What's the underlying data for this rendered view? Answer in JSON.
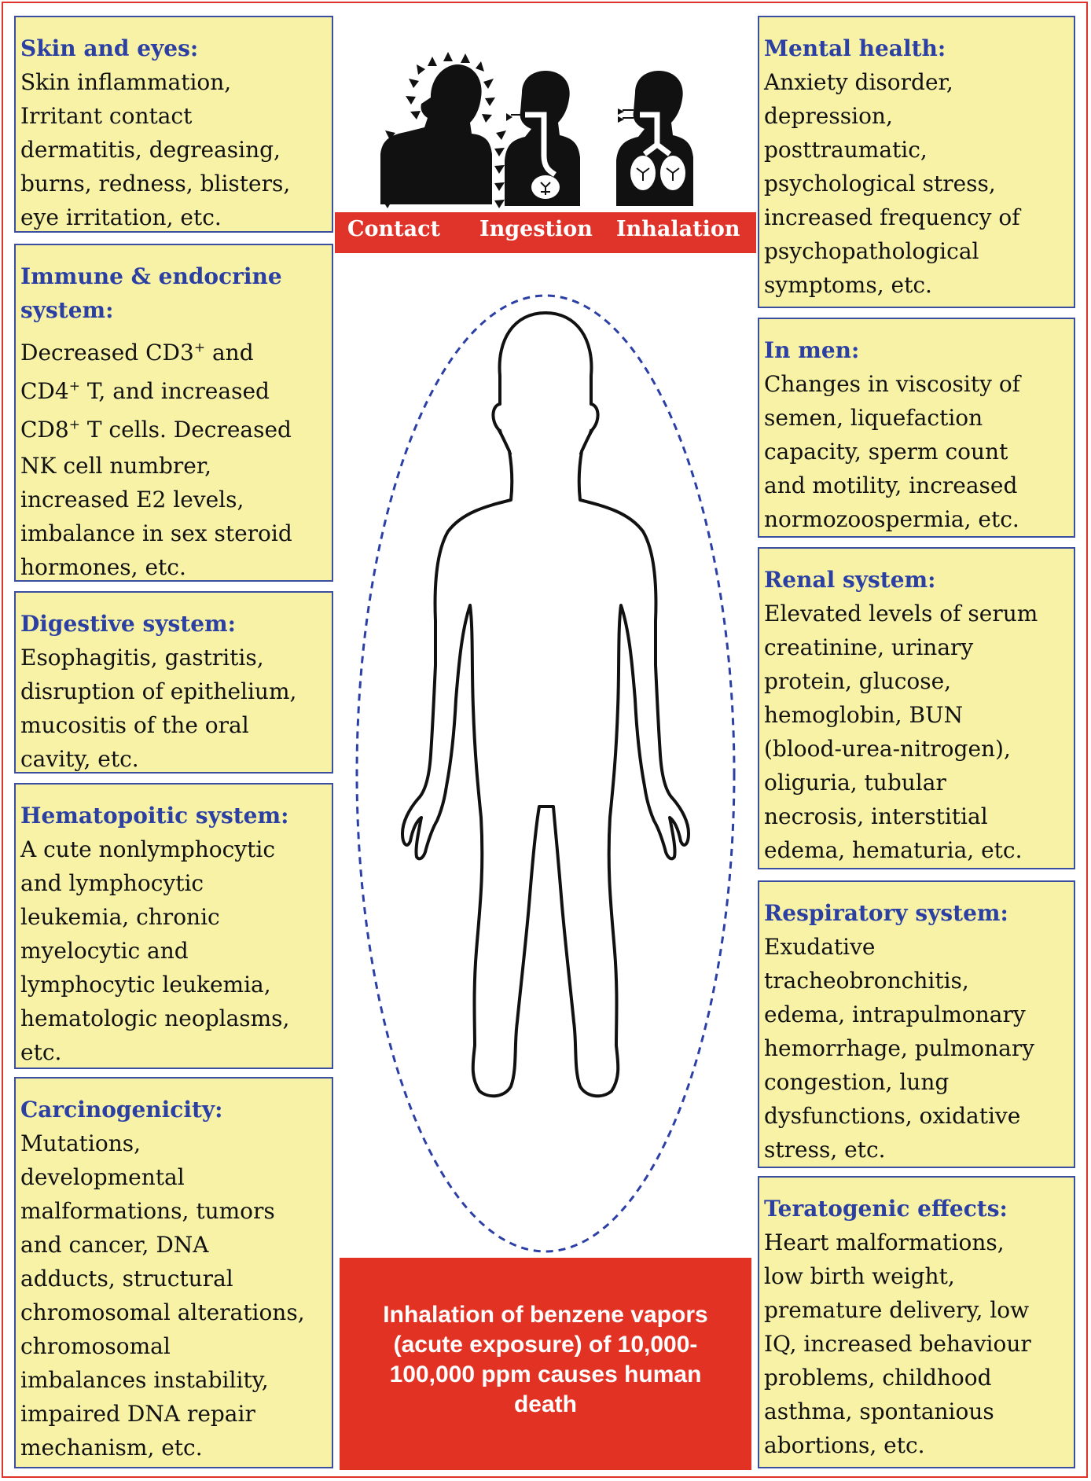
{
  "boxes": {
    "skin": {
      "title": "Skin and eyes:",
      "lines": [
        "Skin inflammation,",
        "Irritant contact",
        "dermatitis, degreasing,",
        "burns, redness, blisters,",
        "eye irritation, etc."
      ]
    },
    "immune": {
      "title_lines": [
        "Immune & endocrine",
        "system:"
      ],
      "line1_a": "Decreased CD3",
      "line1_sup": "+",
      "line1_b": " and",
      "line2_a": "CD4",
      "line2_sup": "+",
      "line2_b": " T, and increased",
      "line3_a": "CD8",
      "line3_sup": "+",
      "line3_b": " T cells. Decreased",
      "lines_rest": [
        "NK cell numbrer,",
        "increased E2 levels,",
        "imbalance in sex steroid",
        "hormones, etc."
      ]
    },
    "digestive": {
      "title": "Digestive system:",
      "lines": [
        "Esophagitis, gastritis,",
        "disruption of epithelium,",
        "mucositis of the oral",
        "cavity, etc."
      ]
    },
    "hemato": {
      "title": "Hematopoitic system:",
      "lines": [
        "A cute nonlymphocytic",
        "and lymphocytic",
        "leukemia, chronic",
        "myelocytic and",
        "lymphocytic leukemia,",
        "hematologic neoplasms,",
        "etc."
      ]
    },
    "carcino": {
      "title": "Carcinogenicity:",
      "lines": [
        "Mutations,",
        "developmental",
        "malformations, tumors",
        "and cancer, DNA",
        "adducts, structural",
        "chromosomal alterations,",
        "chromosomal",
        "imbalances instability,",
        "impaired DNA repair",
        "mechanism, etc."
      ]
    },
    "mental": {
      "title": "Mental health:",
      "lines": [
        "Anxiety disorder,",
        "depression,",
        "posttraumatic,",
        "psychological stress,",
        "increased frequency of",
        "psychopathological",
        "symptoms, etc."
      ]
    },
    "men": {
      "title": "In men:",
      "lines": [
        "Changes in viscosity of",
        "semen, liquefaction",
        "capacity, sperm count",
        "and motility, increased",
        "normozoospermia, etc."
      ]
    },
    "renal": {
      "title": "Renal system:",
      "lines": [
        "Elevated levels of serum",
        "creatinine, urinary",
        "protein, glucose,",
        "hemoglobin, BUN",
        "(blood-urea-nitrogen),",
        "oliguria, tubular",
        "necrosis, interstitial",
        "edema, hematuria, etc."
      ]
    },
    "resp": {
      "title": "Respiratory system:",
      "lines": [
        "Exudative",
        "tracheobronchitis,",
        "edema, intrapulmonary",
        "hemorrhage, pulmonary",
        "congestion, lung",
        "dysfunctions, oxidative",
        "stress, etc."
      ]
    },
    "terato": {
      "title": "Teratogenic effects:",
      "lines": [
        "Heart malformations,",
        "low birth weight,",
        "premature delivery, low",
        "IQ, increased behaviour",
        "problems, childhood",
        "asthma, spontanious",
        "abortions, etc."
      ]
    }
  },
  "routes": {
    "contact": "Contact",
    "ingestion": "Ingestion",
    "inhalation": "Inhalation"
  },
  "death_lines": [
    "Inhalation of benzene vapors",
    "(acute exposure) of 10,000-",
    "100,000 ppm causes human",
    "death"
  ],
  "colors": {
    "border": "#e0342a",
    "box_fill": "#f7f2a6",
    "box_border": "#3a4fa0",
    "title": "#2c40a4",
    "accent_red": "#e23224",
    "dash": "#2b3fa6"
  }
}
